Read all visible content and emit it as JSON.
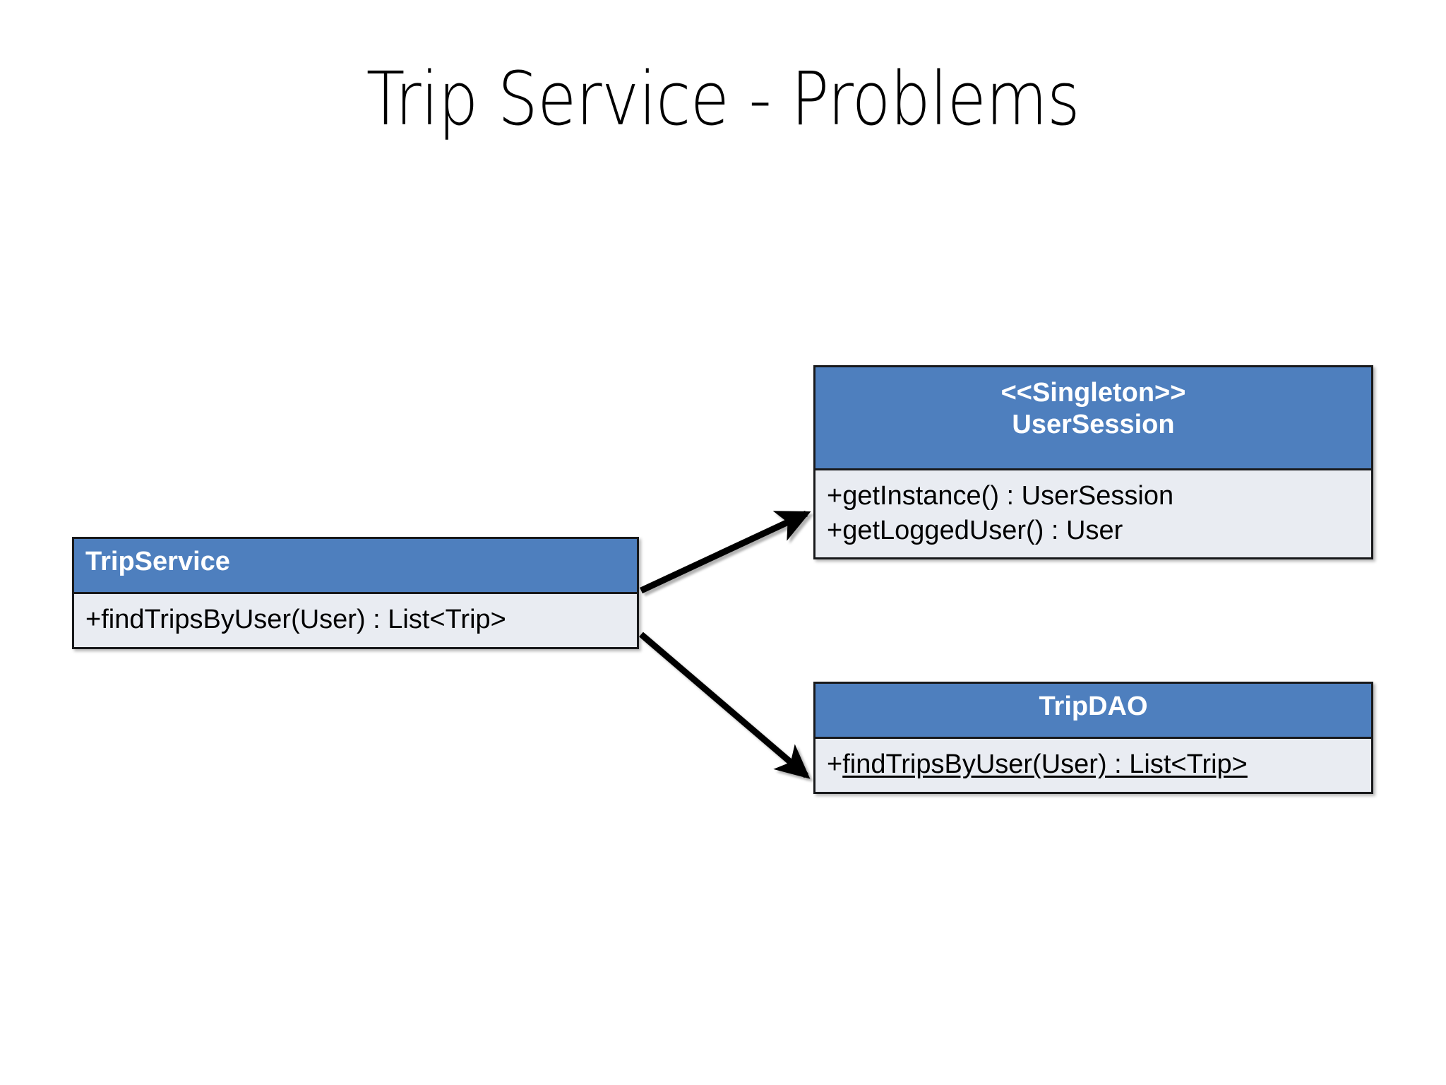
{
  "slide": {
    "title": "Trip Service - Problems",
    "background_color": "#FFFFFF"
  },
  "theme": {
    "header_fill": "#4E7FBE",
    "header_text_color": "#FFFFFF",
    "body_fill": "#E9ECF2",
    "body_text_color": "#000000",
    "border_color": "#18191B",
    "arrow_color": "#000000"
  },
  "diagram": {
    "type": "uml-class-diagram",
    "classes": [
      {
        "id": "tripservice",
        "name": "TripService",
        "stereotype": "",
        "title_align": "left",
        "members": [
          {
            "visibility": "+",
            "signature": "findTripsByUser(User) : List<Trip>",
            "static": false
          }
        ]
      },
      {
        "id": "usersession",
        "name": "UserSession",
        "stereotype": "<<Singleton>>",
        "title_align": "center",
        "members": [
          {
            "visibility": "+",
            "signature": "getInstance() : UserSession",
            "static": false
          },
          {
            "visibility": "+",
            "signature": "getLoggedUser() : User",
            "static": false
          }
        ]
      },
      {
        "id": "tripdao",
        "name": "TripDAO",
        "stereotype": "",
        "title_align": "center",
        "members": [
          {
            "visibility": "+",
            "signature": "findTripsByUser(User) : List<Trip>",
            "static": true
          }
        ]
      }
    ],
    "relations": [
      {
        "id": "tripservice-to-usersession",
        "from": "tripservice",
        "to": "usersession",
        "kind": "dependency-arrow"
      },
      {
        "id": "tripservice-to-tripdao",
        "from": "tripservice",
        "to": "tripdao",
        "kind": "dependency-arrow"
      }
    ]
  }
}
